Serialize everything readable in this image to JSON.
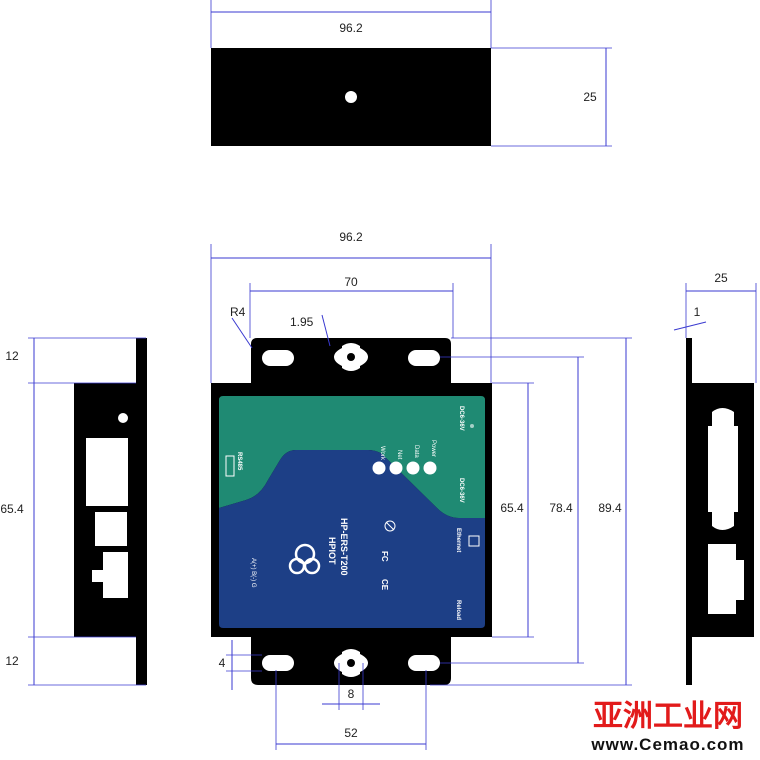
{
  "dimensions": {
    "top_width": "96.2",
    "top_height": "25",
    "front_width": "96.2",
    "hole_spacing": "70",
    "corner_radius": "R4",
    "slot_gap": "1.95",
    "body_height": "65.4",
    "mount_height": "78.4",
    "total_height": "89.4",
    "bottom_slot": "8",
    "bottom_spacing": "52",
    "slot_height": "4",
    "left_top": "12",
    "left_mid": "65.4",
    "left_bottom": "12",
    "side_width": "25",
    "side_thickness": "1"
  },
  "device": {
    "brand": "HPIOT",
    "model": "HP-ERS-T200",
    "leds": [
      "Work",
      "Net",
      "Data",
      "Power"
    ],
    "power_label": "DC6-36V",
    "ethernet_label": "Ethernet",
    "reload_label": "Reload",
    "port_label": "RS485",
    "rs485_pins": "A(+) B(-) G",
    "cert_ce": "CE",
    "cert_fc": "FC"
  },
  "watermark": {
    "title": "亚洲工业网",
    "url": "www.Cemao.com"
  },
  "colors": {
    "dim_line": "#3a3ad0",
    "teal_panel": "#1f8a73",
    "blue_panel": "#1d3f86",
    "body": "#000000",
    "watermark_red": "#e21b1b"
  }
}
